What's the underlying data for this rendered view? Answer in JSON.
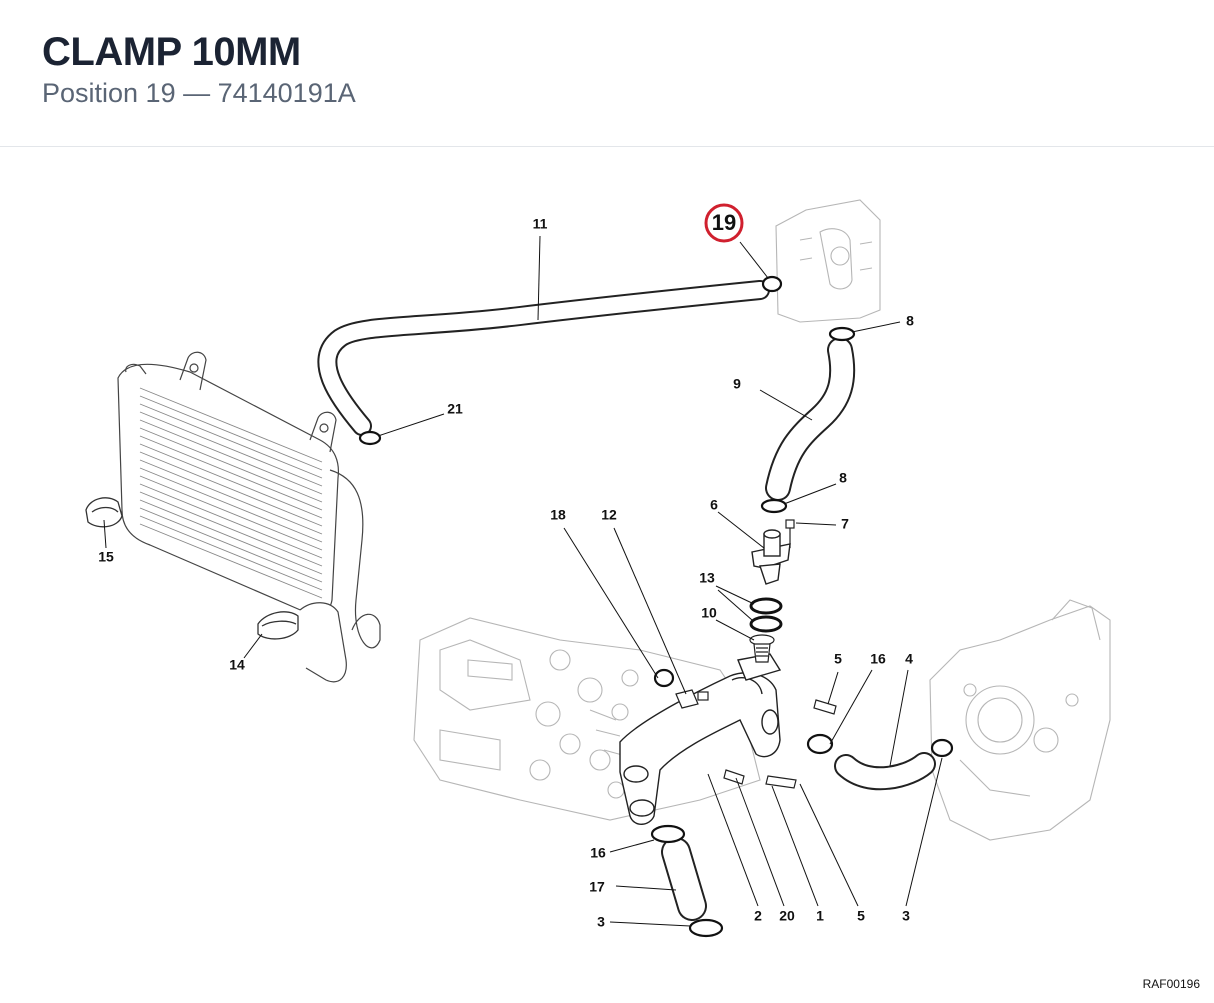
{
  "header": {
    "title": "CLAMP 10MM",
    "subtitle": "Position 19 — 74140191A"
  },
  "highlight": {
    "position": "19",
    "color": "#d0202e"
  },
  "callouts": [
    "11",
    "8",
    "9",
    "21",
    "8",
    "7",
    "6",
    "15",
    "18",
    "12",
    "13",
    "10",
    "14",
    "5",
    "16",
    "4",
    "16",
    "17",
    "3",
    "2",
    "20",
    "1",
    "5",
    "3"
  ],
  "drawing_code": "RAF00196"
}
